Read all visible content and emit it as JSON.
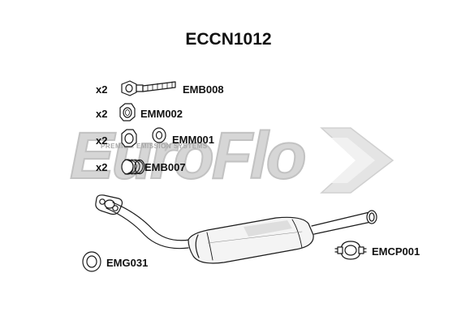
{
  "title": "ECCN1012",
  "watermark": {
    "brand": "EuroFlo",
    "tagline": "PREMIUM EMISSION SYSTEMS"
  },
  "parts": [
    {
      "qty": "x2",
      "code": "EMB008",
      "icon": "bolt-icon"
    },
    {
      "qty": "x2",
      "code": "EMM002",
      "icon": "nut-icon"
    },
    {
      "qty": "x2",
      "code": "EMM001",
      "icon": "spring-nut-icon"
    },
    {
      "qty": "x2",
      "code": "EMB007",
      "icon": "spring-icon"
    }
  ],
  "gasket": {
    "code": "EMG031",
    "icon": "gasket-ring-icon"
  },
  "clamp": {
    "code": "EMCP001",
    "icon": "pipe-clamp-icon"
  },
  "colors": {
    "line": "#1a1a1a",
    "watermark": "#d6d6d6",
    "shading": "#cccccc"
  }
}
